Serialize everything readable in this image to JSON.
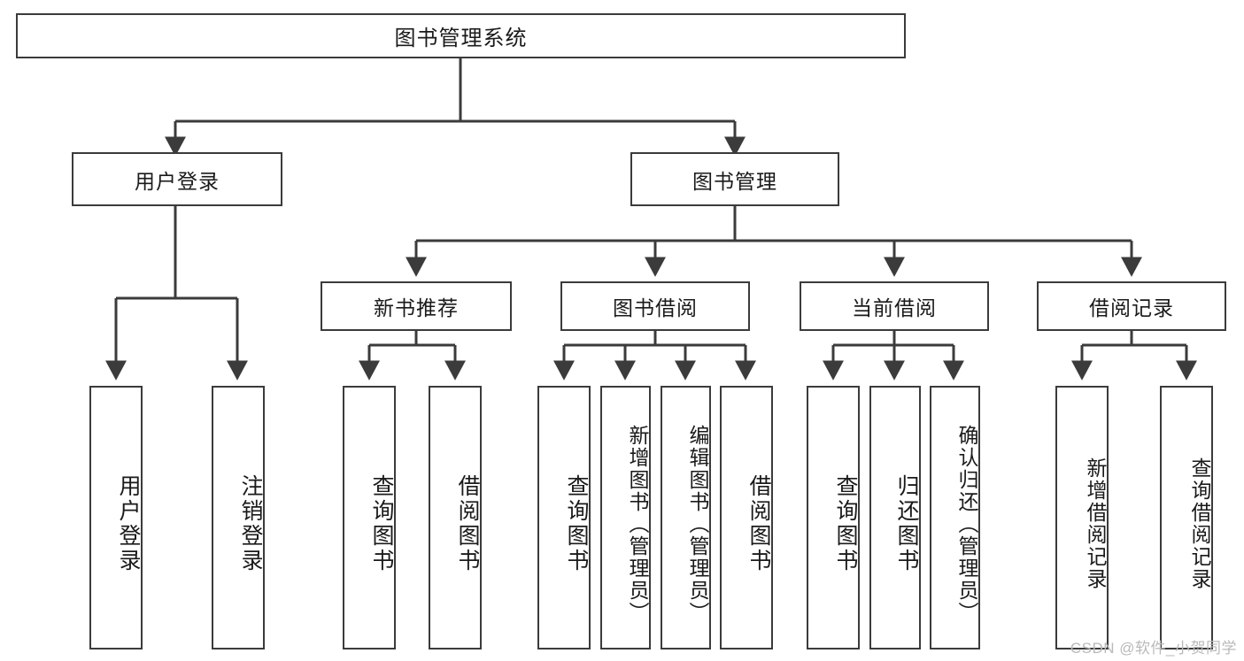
{
  "diagram": {
    "title": "图书管理系统",
    "type": "tree",
    "root": {
      "label": "图书管理系统"
    },
    "level1": [
      {
        "label": "用户登录"
      },
      {
        "label": "图书管理"
      }
    ],
    "level2": [
      {
        "label": "新书推荐"
      },
      {
        "label": "图书借阅"
      },
      {
        "label": "当前借阅"
      },
      {
        "label": "借阅记录"
      }
    ],
    "leaves": {
      "user_login": [
        {
          "label": "用户登录"
        },
        {
          "label": "注销登录"
        }
      ],
      "new_book_recommend": [
        {
          "label": "查询图书"
        },
        {
          "label": "借阅图书"
        }
      ],
      "book_borrow": [
        {
          "label": "查询图书"
        },
        {
          "label": "新增图书（管理员）"
        },
        {
          "label": "编辑图书（管理员）"
        },
        {
          "label": "借阅图书"
        }
      ],
      "current_borrow": [
        {
          "label": "查询图书"
        },
        {
          "label": "归还图书"
        },
        {
          "label": "确认归还（管理员）"
        }
      ],
      "borrow_record": [
        {
          "label": "新增借阅记录"
        },
        {
          "label": "查询借阅记录"
        }
      ]
    },
    "watermark": "CSDN @软件_小贺同学",
    "colors": {
      "border": "#3b3b3b",
      "background": "#ffffff",
      "text": "#1a1a1a",
      "watermark": "#b9b9b9"
    }
  }
}
